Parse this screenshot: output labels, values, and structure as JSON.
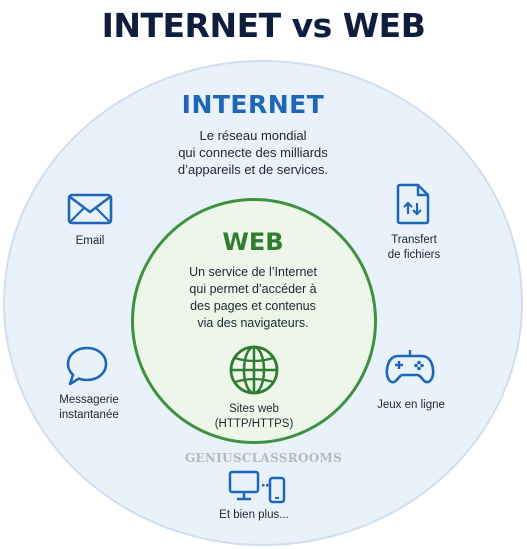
{
  "title": "INTERNET vs WEB",
  "internet": {
    "title": "INTERNET",
    "description_lines": [
      "Le réseau mondial",
      "qui connecte des milliards",
      "d’appareils et de services."
    ]
  },
  "web": {
    "title": "WEB",
    "description_lines": [
      "Un service de l’Internet",
      "qui permet d’accéder à",
      "des pages et contenus",
      "via des navigateurs."
    ],
    "sites_lines": [
      "Sites web",
      "(HTTP/HTTPS)"
    ]
  },
  "services": {
    "email": "Email",
    "transfer_lines": [
      "Transfert",
      "de fichiers"
    ],
    "messaging_lines": [
      "Messagerie",
      "instantanée"
    ],
    "games": "Jeux en ligne",
    "more": "Et bien plus..."
  },
  "watermark": "GENIUSCLASSROOMS",
  "colors": {
    "title": "#0f1e3d",
    "internet_blue": "#1e67b8",
    "web_green": "#2e7d32",
    "outer_fill": "#e9f1fb",
    "inner_fill": "#eef6ea",
    "inner_border": "#3f9140"
  },
  "icons": {
    "email": "envelope-icon",
    "transfer": "file-transfer-icon",
    "messaging": "speech-bubble-icon",
    "games": "gamepad-icon",
    "web": "globe-icon",
    "more": "devices-icon"
  }
}
